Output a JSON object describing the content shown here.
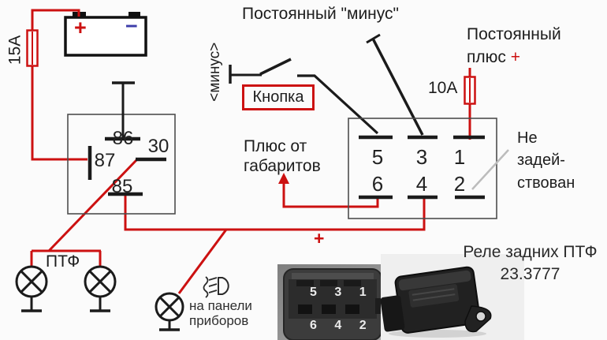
{
  "diagram": {
    "battery": {
      "plus": "+",
      "minus": "−"
    },
    "fuses": {
      "main": "15A",
      "aux": "10A"
    },
    "relay_pins": {
      "p86": "86",
      "p30": "30",
      "p87": "87",
      "p85": "85"
    },
    "connector_pins": {
      "top": [
        "5",
        "3",
        "1"
      ],
      "bottom": [
        "6",
        "4",
        "2"
      ]
    },
    "labels": {
      "permanent_minus": "Постоянный \"минус\"",
      "minus_tag": "<минус>",
      "button": "Кнопка",
      "plus_from_markers_line1": "Плюс от",
      "plus_from_markers_line2": "габаритов",
      "permanent_plus_line1": "Постоянный",
      "permanent_plus_line2": "плюс",
      "permanent_plus_sign": "+",
      "not_used_line1": "Не",
      "not_used_line2": "задей-",
      "not_used_line3": "ствован",
      "fog_lamps": "ПТФ",
      "bus_plus": "+",
      "panel_line1": "на панели",
      "panel_line2": "приборов"
    },
    "caption": {
      "line1": "Реле задних ПТФ",
      "line2": "23.3777"
    },
    "photo_connector": {
      "row1": "5 3 1",
      "row2": "6 4 2"
    }
  },
  "colors": {
    "wire_red": "#cc1111",
    "wire_black": "#1b1b1b",
    "outline_gray": "#4d4d4d",
    "unused_gray": "#bcbcbc",
    "minus_blue": "#3d3daa",
    "background": "#fbfbfb"
  }
}
